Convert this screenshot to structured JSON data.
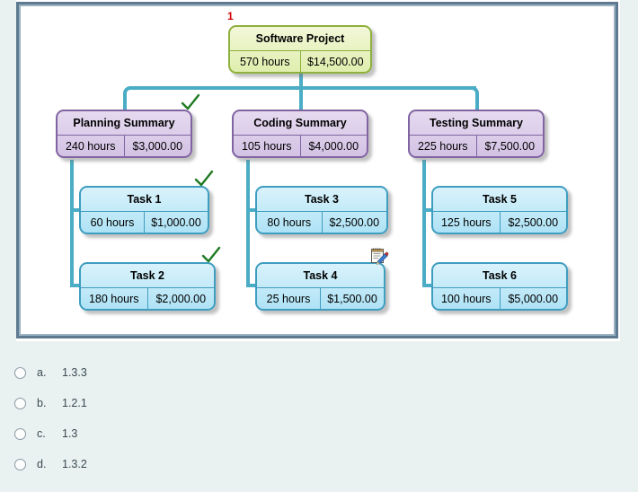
{
  "diagram": {
    "number_label": "1",
    "colors": {
      "connector": "#4bacc6",
      "root_border": "#8db03e",
      "summary_border": "#8064a2",
      "task_border": "#3f9dc0",
      "check": "#1f7a22",
      "number_label": "#d00000",
      "frame": "#5d7a90",
      "page_bg": "#e9f1f1"
    },
    "nodes": {
      "root": {
        "title": "Software Project",
        "hours": "570 hours",
        "cost": "$14,500.00"
      },
      "planning": {
        "title": "Planning Summary",
        "hours": "240 hours",
        "cost": "$3,000.00"
      },
      "coding": {
        "title": "Coding Summary",
        "hours": "105 hours",
        "cost": "$4,000.00"
      },
      "testing": {
        "title": "Testing Summary",
        "hours": "225 hours",
        "cost": "$7,500.00"
      },
      "task1": {
        "title": "Task 1",
        "hours": "60 hours",
        "cost": "$1,000.00"
      },
      "task2": {
        "title": "Task 2",
        "hours": "180 hours",
        "cost": "$2,000.00"
      },
      "task3": {
        "title": "Task 3",
        "hours": "80 hours",
        "cost": "$2,500.00"
      },
      "task4": {
        "title": "Task 4",
        "hours": "25 hours",
        "cost": "$1,500.00"
      },
      "task5": {
        "title": "Task 5",
        "hours": "125 hours",
        "cost": "$2,500.00"
      },
      "task6": {
        "title": "Task 6",
        "hours": "100 hours",
        "cost": "$5,000.00"
      }
    },
    "checkmarks": [
      {
        "id": "check-planning",
        "glyph": "✓"
      },
      {
        "id": "check-task1",
        "glyph": "✓"
      },
      {
        "id": "check-task2",
        "glyph": "✓"
      }
    ],
    "cursor": {
      "name": "notepad-pencil-cursor"
    }
  },
  "options": [
    {
      "letter": "a.",
      "text": "1.3.3"
    },
    {
      "letter": "b.",
      "text": "1.2.1"
    },
    {
      "letter": "c.",
      "text": "1.3"
    },
    {
      "letter": "d.",
      "text": "1.3.2"
    }
  ]
}
